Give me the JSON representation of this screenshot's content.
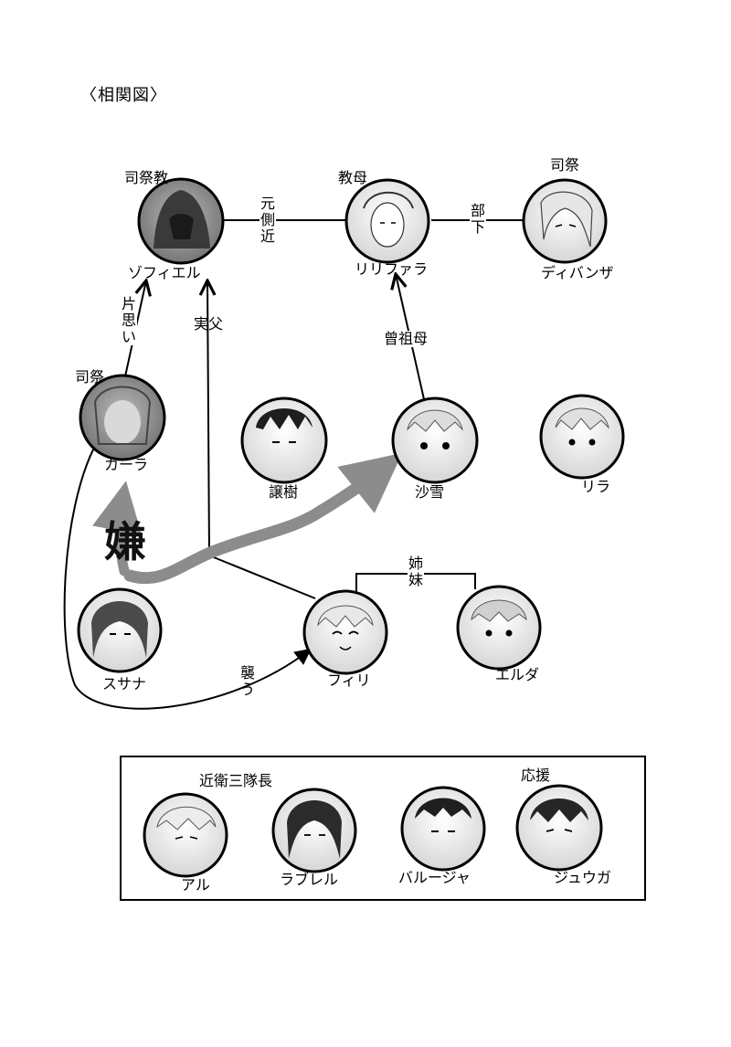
{
  "title": "〈相関図〉",
  "characters": {
    "zofiel": {
      "name": "ゾフィエル",
      "role": "司祭教"
    },
    "ririfara": {
      "name": "リリファラ",
      "role": "教母"
    },
    "divanza": {
      "name": "ディバンザ",
      "role": "司祭"
    },
    "kara": {
      "name": "カーラ",
      "role": "司祭"
    },
    "joju": {
      "name": "譲樹"
    },
    "sayuki": {
      "name": "沙雪"
    },
    "rira": {
      "name": "リラ"
    },
    "susana": {
      "name": "スサナ"
    },
    "firi": {
      "name": "フィリ"
    },
    "eruda": {
      "name": "エルダ"
    }
  },
  "relations": {
    "zofiel_ririfara": "元側近",
    "ririfara_divanza": "部下",
    "kara_zofiel": "片思い",
    "firi_zofiel": "実父",
    "sayuki_ririfara": "曾祖母",
    "firi_eruda": "姉妹",
    "susana_firi": "襲う",
    "susana_sayuki": "嫌"
  },
  "guard_box": {
    "label_left": "近衛三隊長",
    "label_right": "応援",
    "members": [
      {
        "name": "アル"
      },
      {
        "name": "ラブレル"
      },
      {
        "name": "バルージャ"
      },
      {
        "name": "ジュウガ"
      }
    ]
  }
}
